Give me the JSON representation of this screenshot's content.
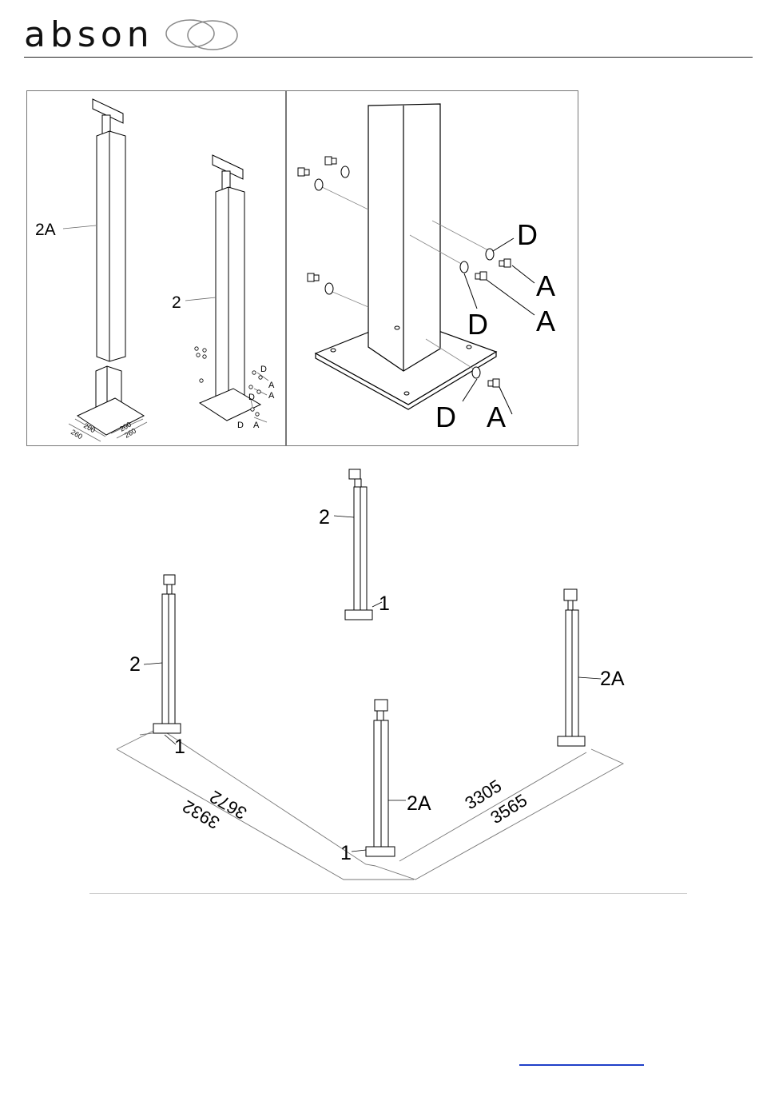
{
  "header": {
    "brand": "abson"
  },
  "detail_left": {
    "labels": {
      "post_2a": "2A",
      "post_2": "2",
      "washer": "D",
      "bolt": "A"
    },
    "dimensions": [
      "200",
      "200",
      "260",
      "260"
    ]
  },
  "detail_right": {
    "labels": {
      "washer": "D",
      "bolt": "A"
    }
  },
  "layout_plan": {
    "labels": {
      "post_2": "2",
      "post_2a": "2A",
      "base": "1"
    },
    "dimensions": [
      "3672",
      "3932",
      "3305",
      "3565"
    ]
  },
  "footer": {
    "link_text": ""
  },
  "colors": {
    "line": "#000000",
    "frame": "#777777",
    "dim_line": "#666666",
    "link": "#1f3fc8"
  }
}
